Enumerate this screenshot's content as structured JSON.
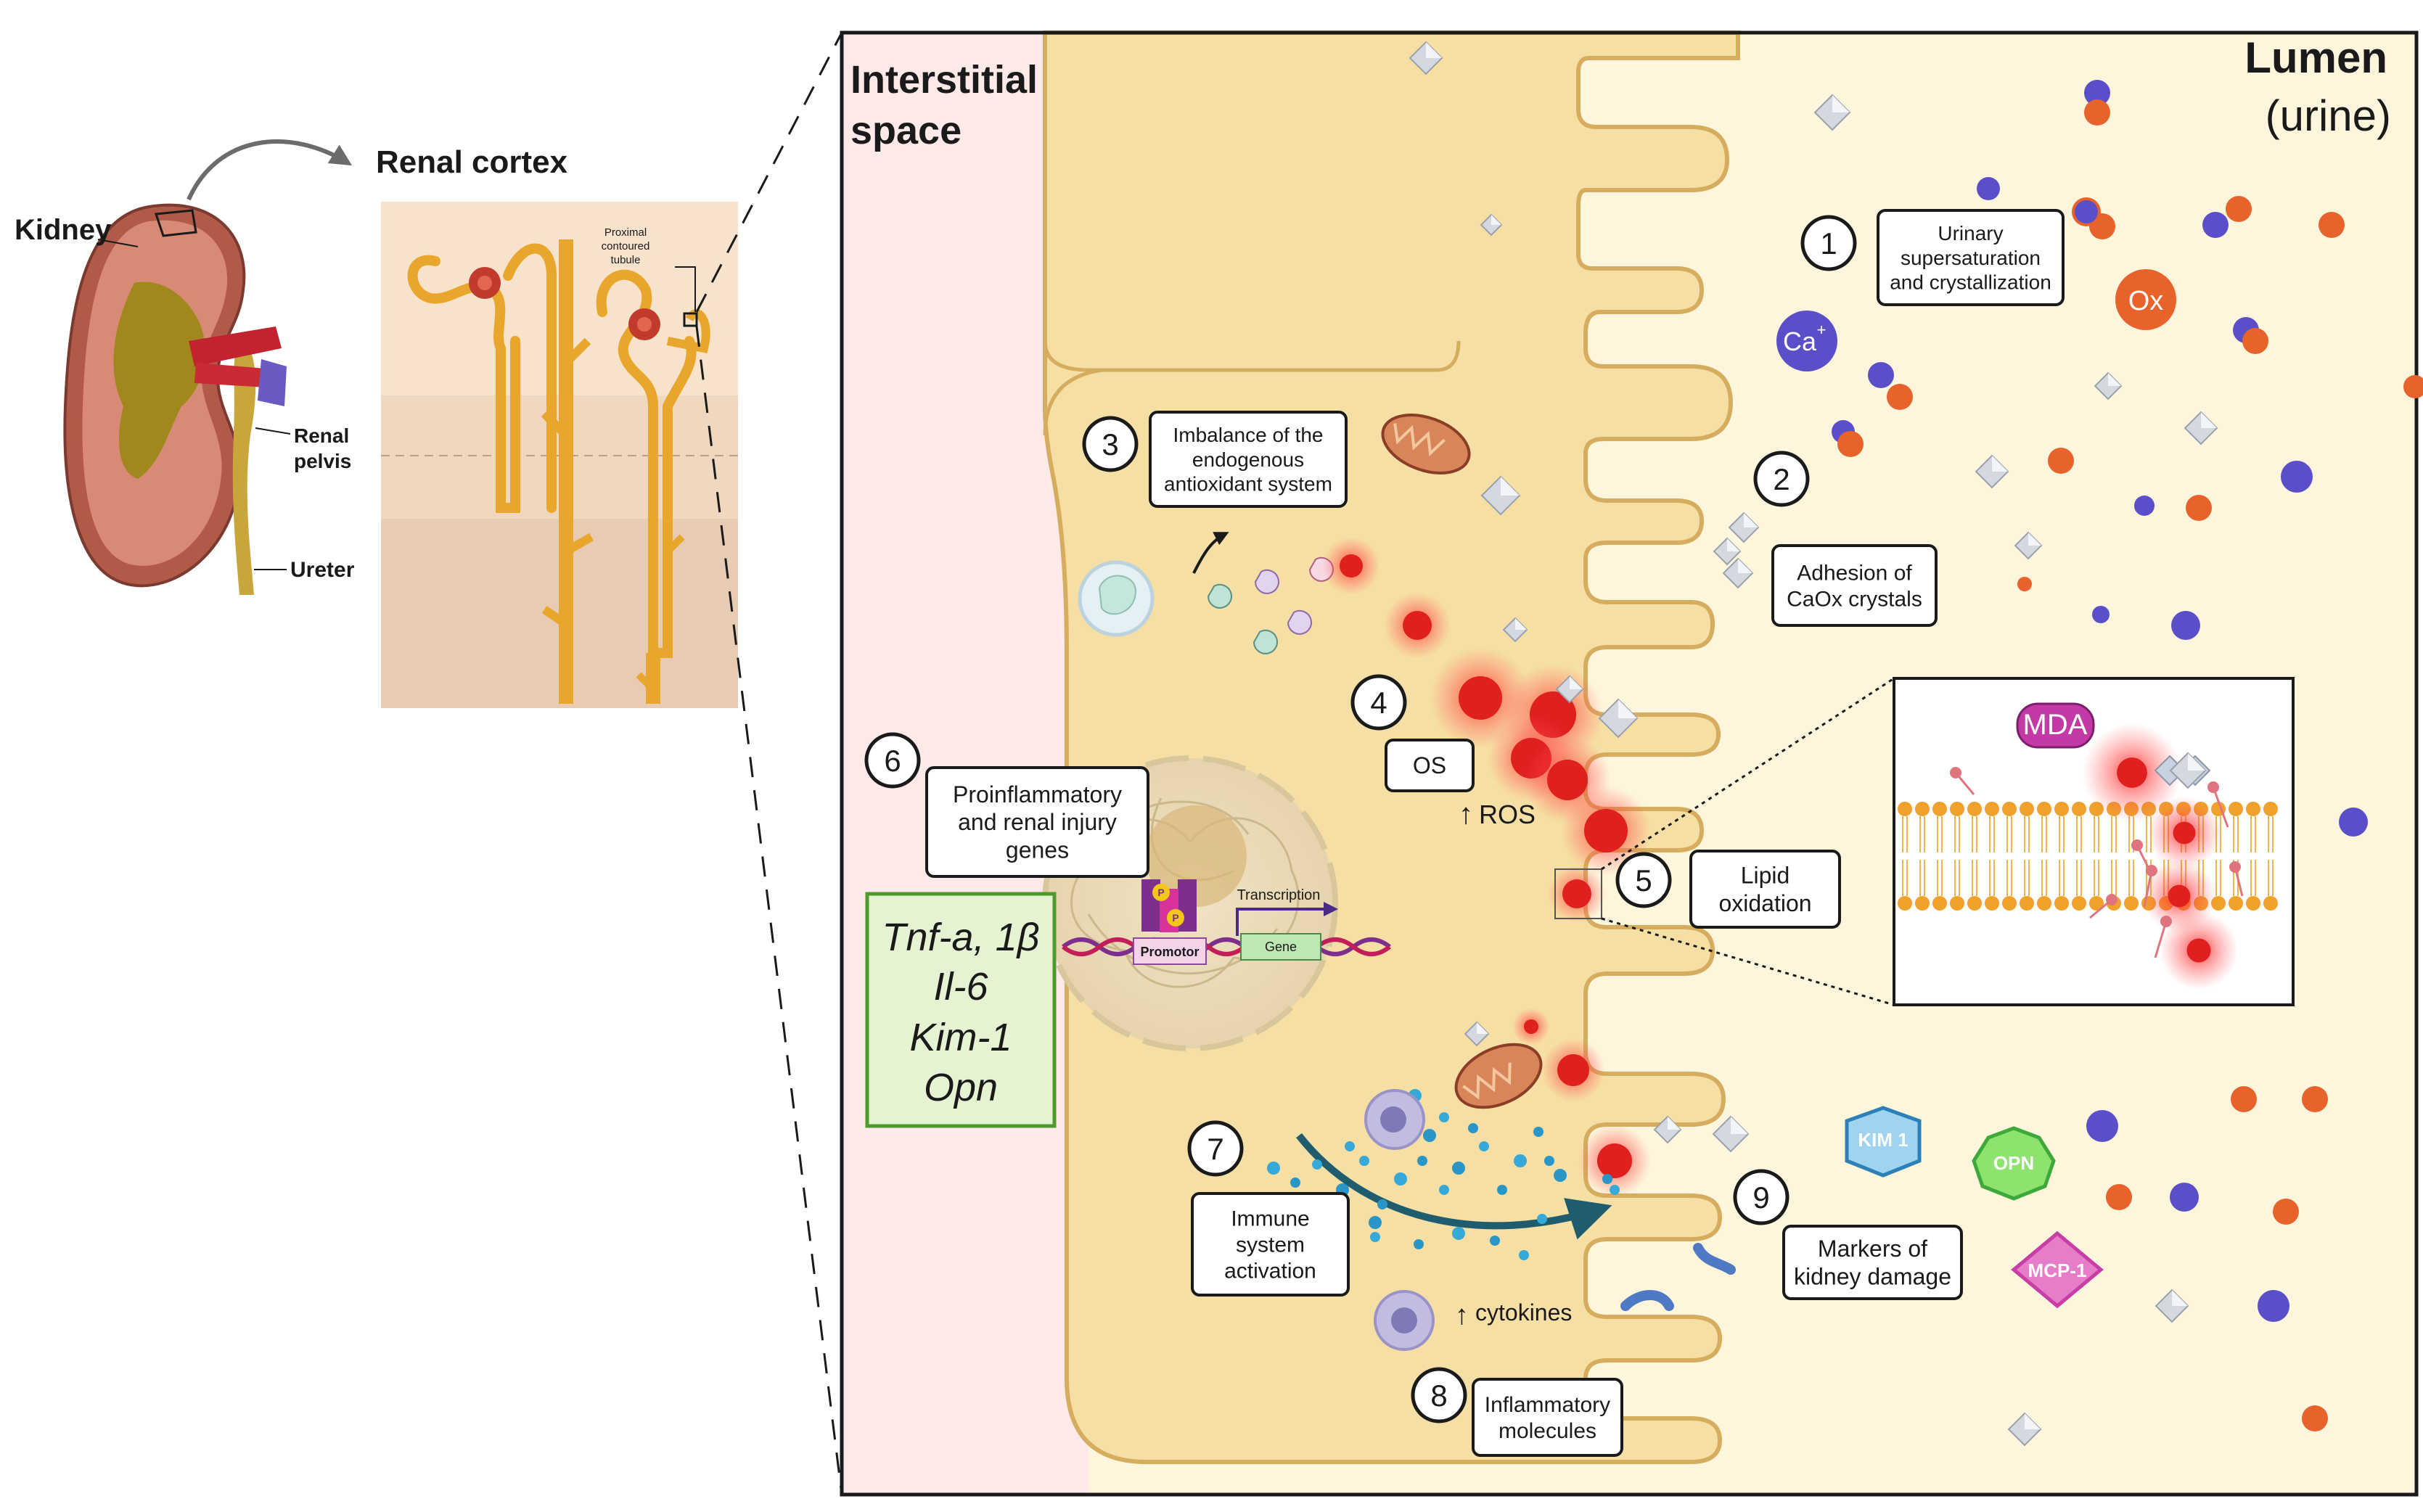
{
  "kidney_panel": {
    "kidney_label": "Kidney",
    "renal_cortex_label": "Renal cortex",
    "renal_pelvis_label_1": "Renal",
    "renal_pelvis_label_2": "pelvis",
    "ureter_label": "Ureter",
    "proximal_label_1": "Proximal",
    "proximal_label_2": "contoured",
    "proximal_label_3": "tubule"
  },
  "main_panel": {
    "interstitial_label_1": "Interstitial",
    "interstitial_label_2": "space",
    "lumen_label": "Lumen",
    "urine_label": "(urine)",
    "ca_label": "Ca",
    "ca_charge": "+",
    "ox_label": "Ox",
    "mda_label": "MDA",
    "ros_label": "ROS",
    "ros_arrow": "↑",
    "cytokines_label": "cytokines",
    "cytokines_arrow": "↑",
    "promotor_label": "Promotor",
    "gene_label": "Gene",
    "transcription_label": "Transcription",
    "p_label": "P"
  },
  "steps": [
    {
      "number": "1",
      "lines": [
        "Urinary",
        "supersaturation",
        "and crystallization"
      ]
    },
    {
      "number": "2",
      "lines": [
        "Adhesion of",
        "CaOx crystals"
      ]
    },
    {
      "number": "3",
      "lines": [
        "Imbalance of the",
        "endogenous",
        "antioxidant system"
      ]
    },
    {
      "number": "4",
      "lines": [
        "OS"
      ]
    },
    {
      "number": "5",
      "lines": [
        "Lipid",
        "oxidation"
      ]
    },
    {
      "number": "6",
      "lines": [
        "Proinflammatory",
        "and renal injury",
        "genes"
      ]
    },
    {
      "number": "7",
      "lines": [
        "Immune",
        "system",
        "activation"
      ]
    },
    {
      "number": "8",
      "lines": [
        "Inflammatory",
        "molecules"
      ]
    },
    {
      "number": "9",
      "lines": [
        "Markers of",
        "kidney damage"
      ]
    }
  ],
  "genes_box": {
    "line1": "Tnf-a, 1β",
    "line2": "Il-6",
    "line3": "Kim-1",
    "line4": "Opn"
  },
  "markers": {
    "kim1": "KIM 1",
    "opn": "OPN",
    "mcp1": "MCP-1"
  },
  "colors": {
    "cell_fill": "#f6dfa4",
    "cell_stroke": "#d6ad5e",
    "lumen_bg": "#fdf6dc",
    "interstitial_bg": "#fde9e8",
    "ca_ion": "#5a4fc9",
    "ox_ion": "#e8622b",
    "ros": "#e01f1f",
    "genes_box_fill": "#e6f3d3",
    "genes_box_stroke": "#4f9a2c",
    "kim1": "#9fd3ef",
    "opn": "#8ee36f",
    "mcp1": "#e77dc9",
    "mda": "#c23aa6",
    "tubule": "#e9a62c"
  }
}
